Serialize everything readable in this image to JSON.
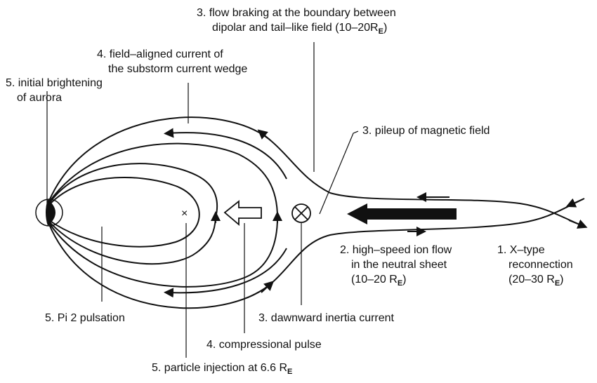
{
  "diagram": {
    "title": "Substorm onset sequence in the magnetotail",
    "labels": {
      "flow_braking": {
        "line1": "3. flow braking at the boundary between",
        "line2": "dipolar and tail–like field (10–20R",
        "sub": "E",
        "tail": ")"
      },
      "field_aligned_current": {
        "line1": "4. field–aligned current of",
        "line2": "the substorm current wedge"
      },
      "initial_brightening": {
        "line1": "5. initial brightening",
        "line2": "of aurora"
      },
      "pileup": "3. pileup of magnetic field",
      "high_speed_flow": {
        "line1": "2. high–speed ion flow",
        "line2": "in the neutral sheet",
        "line3": "(10–20 R",
        "sub": "E",
        "tail": ")"
      },
      "x_type": {
        "line1": "1. X–type",
        "line2": "reconnection",
        "line3": "(20–30 R",
        "sub": "E",
        "tail": ")"
      },
      "pi2": "5. Pi 2 pulsation",
      "dawnward_current": "3. dawnward inertia current",
      "compressional_pulse": "4. compressional pulse",
      "particle_injection": {
        "text": "5. particle injection at 6.6 R",
        "sub": "E"
      }
    },
    "symbols": {
      "earth": "earth-dayside-nightside",
      "injection_point": "×",
      "current_into_page": "⊗"
    }
  }
}
